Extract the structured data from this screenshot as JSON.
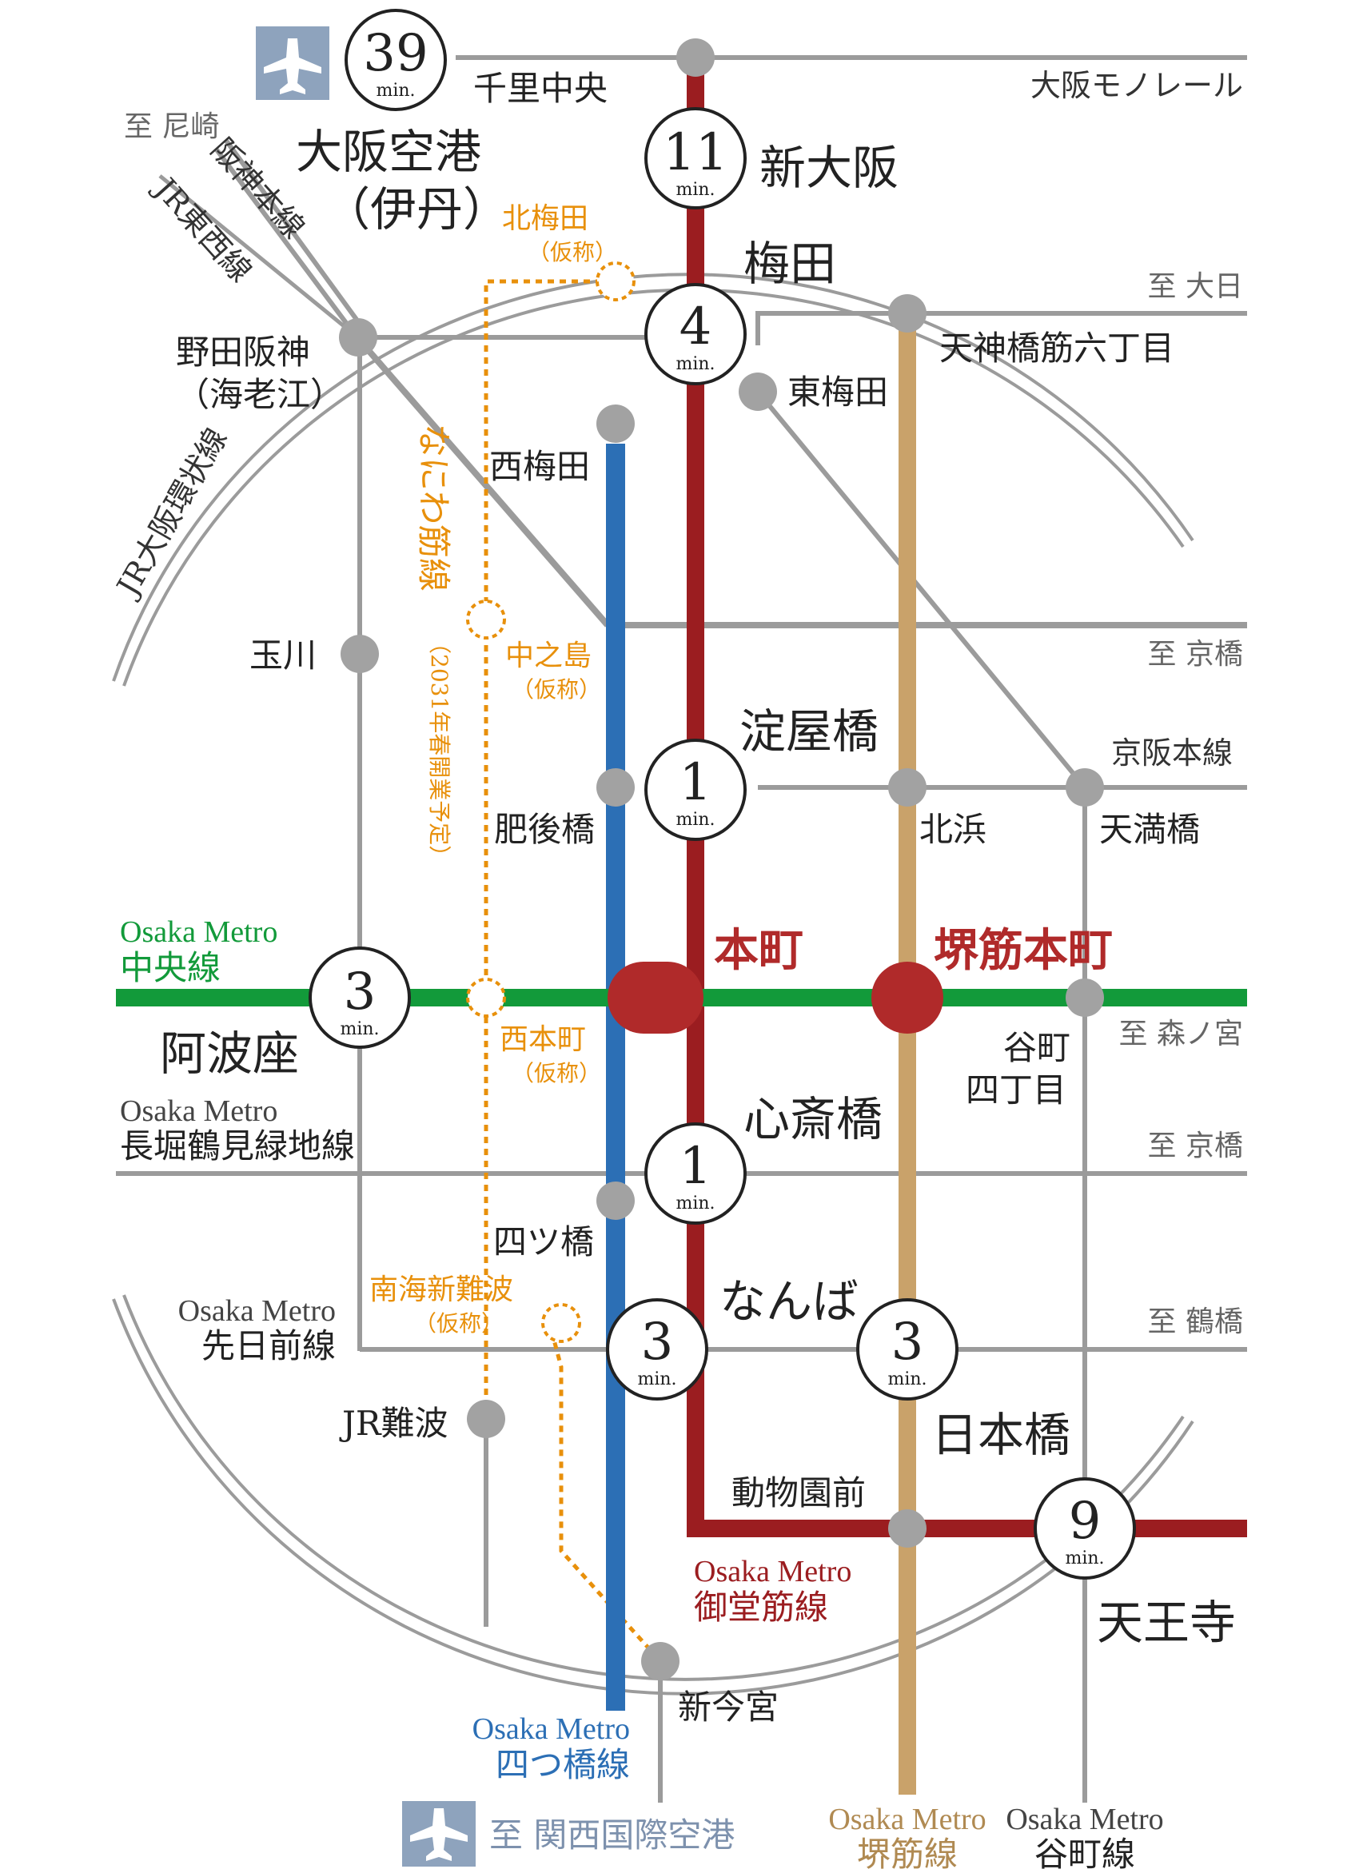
{
  "colors": {
    "grey_line": "#9b9b9b",
    "midosuji": "#9b1d20",
    "yotsubashi": "#2c6fb5",
    "sakaisuji": "#c9a26a",
    "chuo": "#129a3a",
    "naniwasuji": "#e8900b",
    "highlight": "#b02a2a",
    "airport_badge": "#8ea3bd"
  },
  "icons": {
    "airport": "airplane-icon"
  },
  "times": {
    "itami": "39",
    "shin_osaka": "11",
    "umeda": "4",
    "yodoyabashi": "1",
    "awaza": "3",
    "shinsaibashi": "1",
    "namba": "3",
    "nippombashi": "3",
    "tennoji": "9",
    "unit": "min."
  },
  "highlight_stations": {
    "hommachi": "本町",
    "sakaisuji_hommachi": "堺筋本町"
  },
  "stations": {
    "senri_chuo": "千里中央",
    "itami_1": "大阪空港",
    "itami_2": "（伊丹）",
    "shin_osaka": "新大阪",
    "umeda": "梅田",
    "tenjinbashi": "天神橋筋六丁目",
    "higashi_umeda": "東梅田",
    "noda_1": "野田阪神",
    "noda_2": "（海老江）",
    "nishi_umeda": "西梅田",
    "tamagawa": "玉川",
    "yodoyabashi": "淀屋橋",
    "higobashi": "肥後橋",
    "kitahama": "北浜",
    "temmabashi": "天満橋",
    "awaza": "阿波座",
    "tanimachi_1": "谷町",
    "tanimachi_2": "四丁目",
    "shinsaibashi": "心斎橋",
    "yotsubashi": "四ツ橋",
    "namba": "なんば",
    "nippombashi": "日本橋",
    "jr_namba": "JR難波",
    "dobutsuen": "動物園前",
    "tennoji": "天王寺",
    "shin_imamiya": "新今宮",
    "kita_umeda": "北梅田",
    "kita_umeda_note": "（仮称）",
    "nakanoshima": "中之島",
    "nakanoshima_note": "（仮称）",
    "nishi_hommachi": "西本町",
    "nishi_hommachi_note": "（仮称）",
    "nankai_shin_namba": "南海新難波",
    "nankai_shin_namba_note": "（仮称）"
  },
  "directions": {
    "amagasaki": "至 尼崎",
    "dainichi": "至 大日",
    "kyobashi_1": "至 京橋",
    "morinomiya": "至 森ノ宮",
    "kyobashi_2": "至 京橋",
    "tsuruhashi": "至 鶴橋",
    "kansai_airport": "至 関西国際空港"
  },
  "lines": {
    "monorail": "大阪モノレール",
    "hanshin": "阪神本線",
    "jr_tozai": "JR東西線",
    "jr_loop": "JR大阪環状線",
    "keihan": "京阪本線",
    "naniwasuji": "なにわ筋線",
    "naniwasuji_note": "（2031年春開業予定）",
    "chuo_1": "Osaka Metro",
    "chuo_2": "中央線",
    "nagahori_1": "Osaka Metro",
    "nagahori_2": "長堀鶴見緑地線",
    "sennichimae_1": "Osaka Metro",
    "sennichimae_2": "先日前線",
    "midosuji_1": "Osaka Metro",
    "midosuji_2": "御堂筋線",
    "yotsubashi_1": "Osaka Metro",
    "yotsubashi_2": "四つ橋線",
    "sakaisuji_1": "Osaka Metro",
    "sakaisuji_2": "堺筋線",
    "tanimachi_1": "Osaka Metro",
    "tanimachi_2": "谷町線"
  }
}
